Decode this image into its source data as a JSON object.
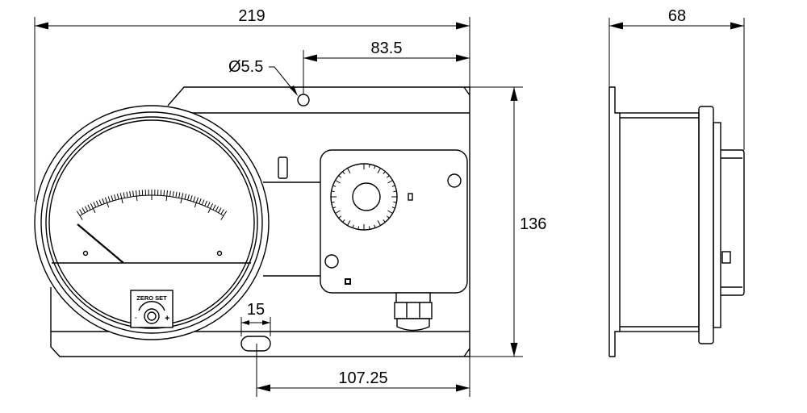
{
  "dimensions": {
    "overall_width": "219",
    "mount_hole_offset": "83.5",
    "mount_hole_diameter": "Ø5.5",
    "depth": "68",
    "height": "136",
    "slot_width": "15",
    "slot_offset": "107.25"
  },
  "gauge": {
    "zero_set_label": "ZERO SET",
    "minus": "-",
    "plus": "+"
  }
}
